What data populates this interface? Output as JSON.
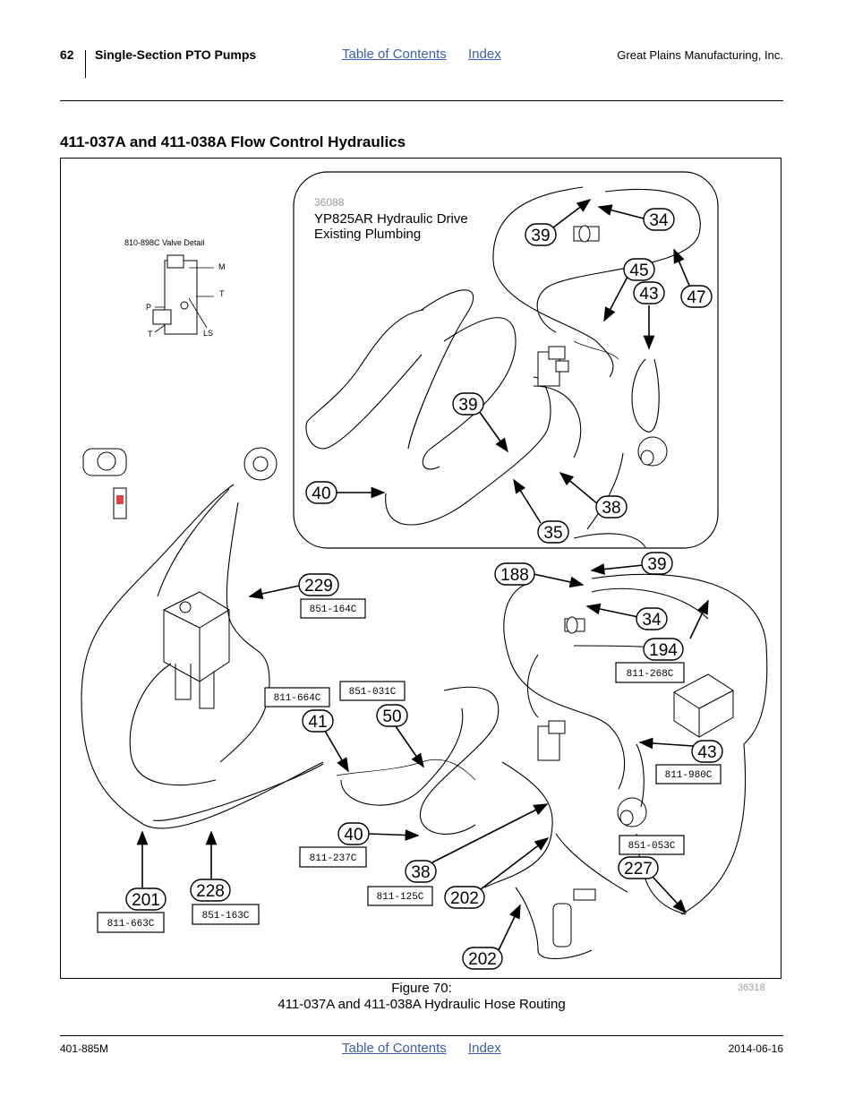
{
  "header": {
    "page_number": "62",
    "section_title": "Single-Section PTO Pumps",
    "toc_link": "Table of Contents",
    "index_link": "Index",
    "company": "Great Plains Manufacturing, Inc."
  },
  "page_heading": "411-037A and 411-038A Flow Control Hydraulics",
  "figure": {
    "inset": {
      "id": "36088",
      "title_line1": "YP825AR Hydraulic Drive",
      "title_line2": "Existing Plumbing",
      "callouts": [
        "39",
        "34",
        "45",
        "43",
        "47",
        "39",
        "40",
        "38",
        "35"
      ]
    },
    "valve_detail": {
      "title": "810-898C Valve Detail",
      "port_labels": [
        "M",
        "T",
        "P",
        "T",
        "LS"
      ]
    },
    "callouts": [
      "188",
      "39",
      "34",
      "194",
      "229",
      "41",
      "50",
      "43",
      "40",
      "38",
      "202",
      "227",
      "201",
      "228",
      "202"
    ],
    "part_numbers": [
      "851-164C",
      "811-268C",
      "811-664C",
      "851-031C",
      "811-980C",
      "811-237C",
      "851-053C",
      "811-125C",
      "811-663C",
      "851-163C"
    ],
    "figure_id": "36318"
  },
  "caption": {
    "line1": "Figure 70:",
    "line2": "411-037A and 411-038A Hydraulic Hose Routing"
  },
  "footer": {
    "doc_number": "401-885M",
    "toc_link": "Table of Contents",
    "index_link": "Index",
    "date": "2014-06-16"
  }
}
